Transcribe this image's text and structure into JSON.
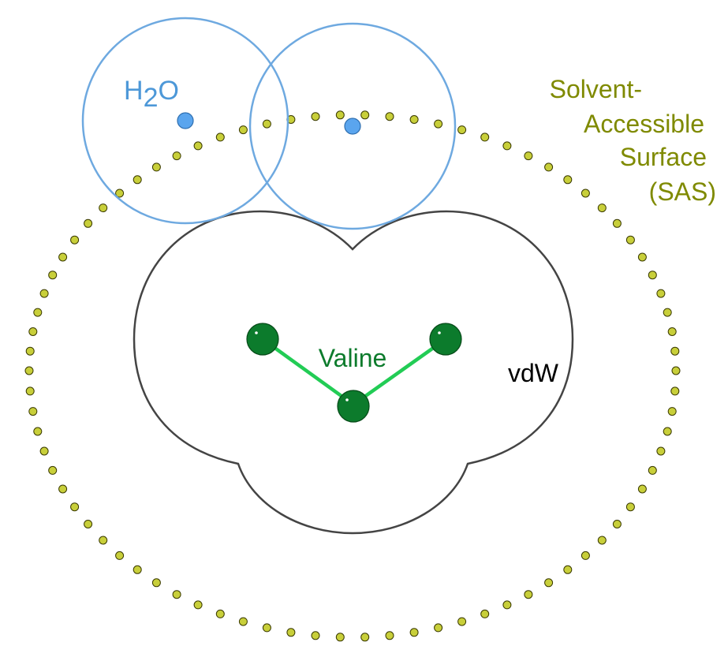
{
  "labels": {
    "water": "H",
    "water_sub": "2",
    "water_tail": "O",
    "sas_line1": "Solvent-",
    "sas_line2": "Accessible",
    "sas_line3": "Surface",
    "sas_line4": "(SAS)",
    "molecule": "Valine",
    "vdw": "vdW"
  },
  "colors": {
    "water": "#4d98d8",
    "water_circle": "#6ea9e0",
    "water_atom": "#5aa5ee",
    "sas": "#7f8a00",
    "sas_dots": "#c8cf3a",
    "atom": "#0c7b2c",
    "bond": "#22cc55",
    "vdw_outline": "#444444",
    "vdw_label": "#000000"
  }
}
